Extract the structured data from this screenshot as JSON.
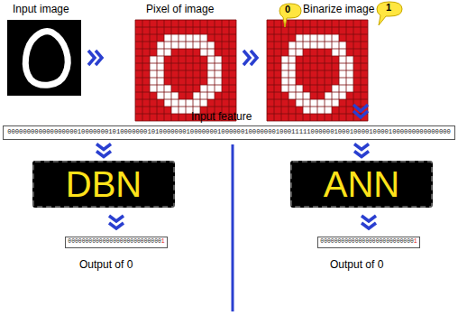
{
  "diagram": {
    "nodes": [
      {
        "text": [
          "000000000000000000100000001010000000101000000010000000100000010000000100011111000000100010000100001000000000000000"
        ]
      },
      {
        "text": [
          "DBN"
        ]
      },
      {
        "text": [
          "ANN"
        ]
      },
      {
        "text": [
          "000000000000000000000000000",
          "1"
        ]
      },
      {
        "text": [
          "000000000000000000000000000",
          "1"
        ]
      }
    ],
    "edges": [
      {
        "from": 0,
        "to": 1,
        "arrow": "to"
      },
      {
        "from": 0,
        "to": 2,
        "arrow": "to"
      },
      {
        "from": 1,
        "to": 3,
        "arrow": "to"
      },
      {
        "from": 2,
        "to": 4,
        "arrow": "to"
      }
    ],
    "labels": [
      "Input image",
      "Pixel of image",
      "Binarize image",
      "0",
      "1",
      "Input feature",
      "Output of 0",
      "Output of 0"
    ]
  }
}
